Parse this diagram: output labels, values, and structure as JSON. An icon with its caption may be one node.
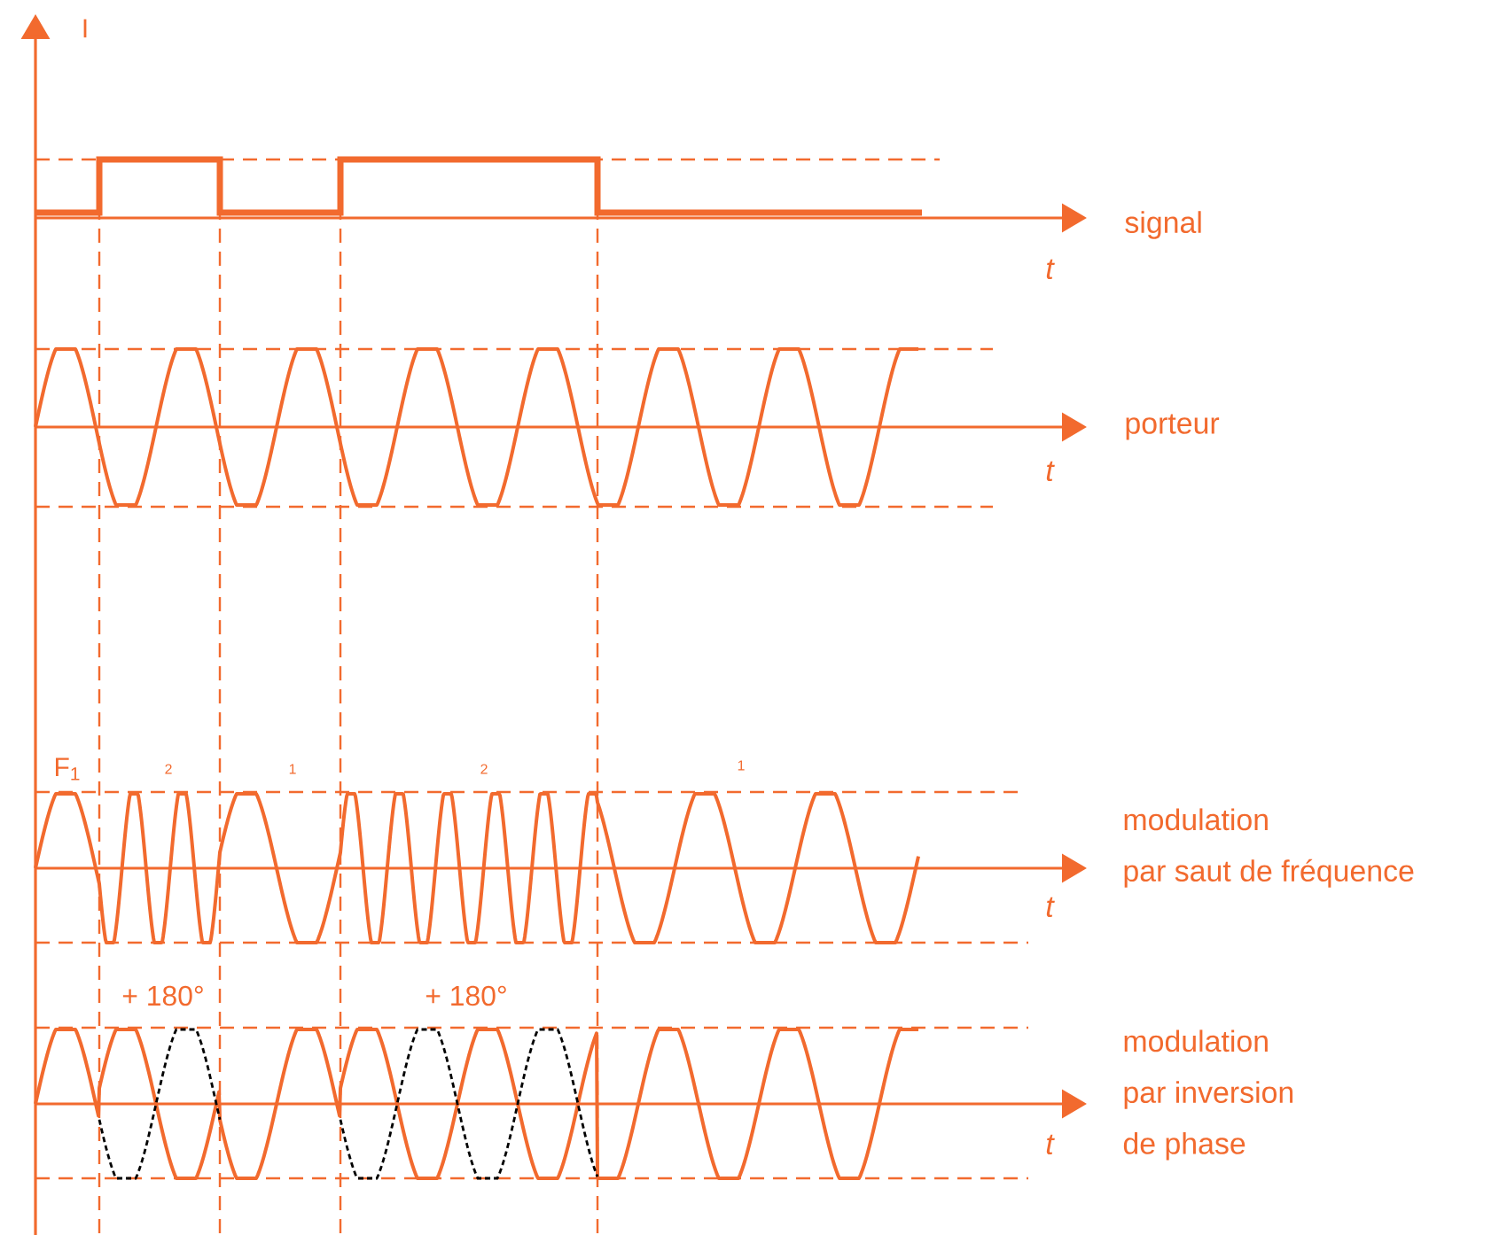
{
  "diagram": {
    "labels": [
      "I",
      "signal",
      "t",
      "porteur",
      "t",
      "F$_{1}$",
      "2",
      "1",
      "2",
      "1",
      "modulation par saut de fréquence",
      "t",
      "+ 180°",
      "+ 180°",
      "modulation par inversion de phase",
      "t"
    ]
  }
}
